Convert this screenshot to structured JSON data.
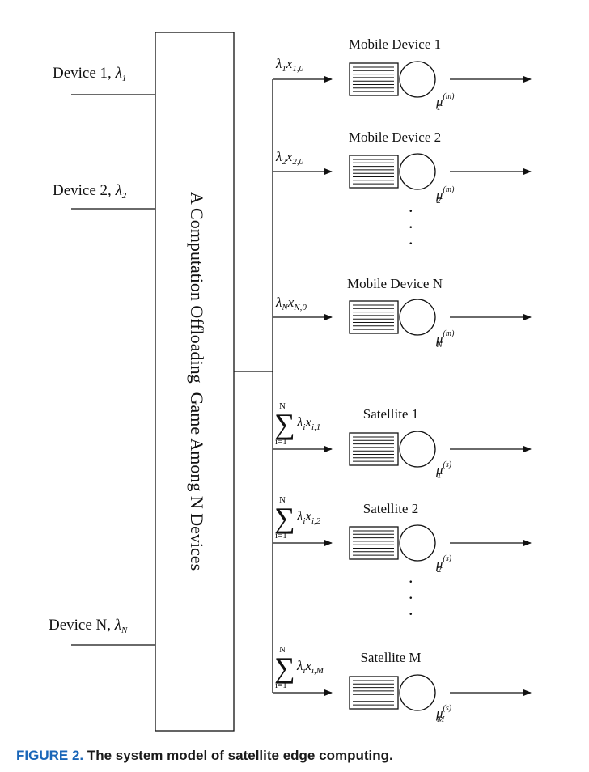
{
  "sources": [
    {
      "label": "Device 1, ",
      "sym": "λ",
      "sub": "1"
    },
    {
      "label": "Device 2, ",
      "sym": "λ",
      "sub": "2"
    },
    {
      "label": "Device N, ",
      "sym": "λ",
      "sub": "N"
    }
  ],
  "game_block_label": "A Computation Offloading  Game Among N Devices",
  "mobile_devices": [
    {
      "name": "Mobile Device 1",
      "rate_sym": "λ",
      "rate_sub": "1",
      "x_sym": "x",
      "x_sub": "1,0",
      "mu_sym": "μ",
      "mu_sub": "1",
      "mu_sup": "(m)"
    },
    {
      "name": "Mobile Device 2",
      "rate_sym": "λ",
      "rate_sub": "2",
      "x_sym": "x",
      "x_sub": "2,0",
      "mu_sym": "μ",
      "mu_sub": "2",
      "mu_sup": "(m)"
    },
    {
      "name": "Mobile Device N",
      "rate_sym": "λ",
      "rate_sub": "N",
      "x_sym": "x",
      "x_sub": "N,0",
      "mu_sym": "μ",
      "mu_sub": "N",
      "mu_sup": "(m)"
    }
  ],
  "satellites": [
    {
      "name": "Satellite 1",
      "sum_top": "N",
      "sum_bottom": "i=1",
      "sum_sym": "∑",
      "rate_sym": "λ",
      "rate_sub": "i",
      "x_sym": "x",
      "x_sub": "i,1",
      "mu_sym": "μ",
      "mu_sub": "1",
      "mu_sup": "(s)"
    },
    {
      "name": "Satellite 2",
      "sum_top": "N",
      "sum_bottom": "i=1",
      "sum_sym": "∑",
      "rate_sym": "λ",
      "rate_sub": "i",
      "x_sym": "x",
      "x_sub": "i,2",
      "mu_sym": "μ",
      "mu_sub": "2",
      "mu_sup": "(s)"
    },
    {
      "name": "Satellite M",
      "sum_top": "N",
      "sum_bottom": "i=1",
      "sum_sym": "∑",
      "rate_sym": "λ",
      "rate_sub": "i",
      "x_sym": "x",
      "x_sub": "i,M",
      "mu_sym": "μ",
      "mu_sub": "M",
      "mu_sup": "(s)"
    }
  ],
  "ellipsis": ".",
  "caption": {
    "number": "FIGURE 2.",
    "text": "The system model of satellite edge computing."
  },
  "colors": {
    "caption_number": "#1a66b8",
    "line": "#111111"
  }
}
